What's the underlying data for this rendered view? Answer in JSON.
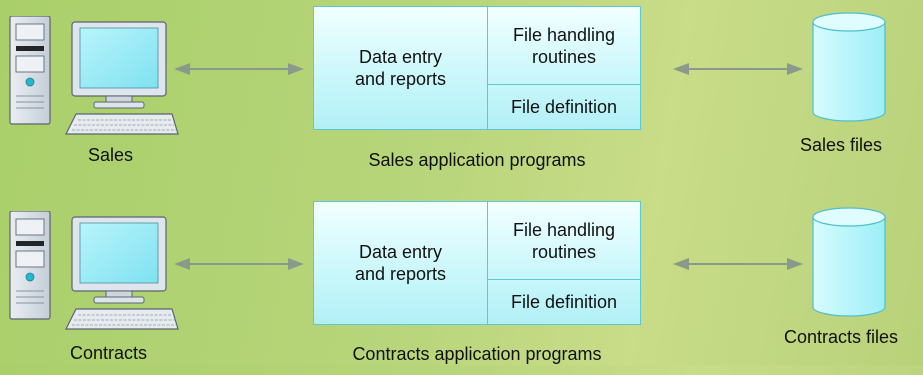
{
  "rows": [
    {
      "user_label": "Sales",
      "cell_data_entry": "Data entry\nand reports",
      "cell_file_handling": "File handling\nroutines",
      "cell_file_definition": "File definition",
      "app_label": "Sales application programs",
      "file_label": "Sales files"
    },
    {
      "user_label": "Contracts",
      "cell_data_entry": "Data entry\nand reports",
      "cell_file_handling": "File handling\nroutines",
      "cell_file_definition": "File definition",
      "app_label": "Contracts application programs",
      "file_label": "Contracts files"
    }
  ],
  "icons": {
    "computer": "desktop-computer-icon",
    "database": "database-cylinder-icon",
    "arrow": "double-headed-arrow"
  },
  "colors": {
    "background_start": "#a9cf6a",
    "background_end": "#c9dc88",
    "box_fill": "#c8f7fb",
    "box_border": "#5cc7d6",
    "arrow": "#8a9a8a"
  }
}
